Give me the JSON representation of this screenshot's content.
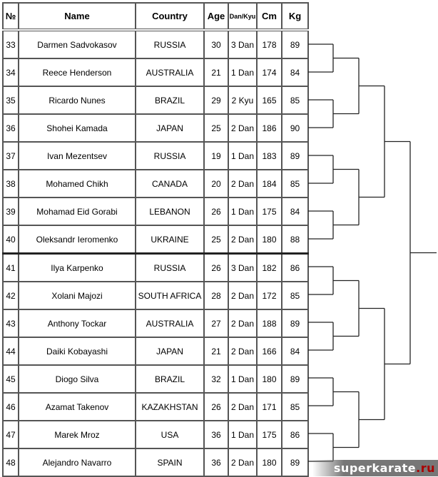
{
  "headers": {
    "no": "№",
    "name": "Name",
    "country": "Country",
    "age": "Age",
    "rank": "Dan/Kyu",
    "cm": "Cm",
    "kg": "Kg"
  },
  "rows": [
    {
      "no": "33",
      "name": "Darmen Sadvokasov",
      "country": "RUSSIA",
      "age": "30",
      "rank": "3 Dan",
      "cm": "178",
      "kg": "89"
    },
    {
      "no": "34",
      "name": "Reece Henderson",
      "country": "AUSTRALIA",
      "age": "21",
      "rank": "1 Dan",
      "cm": "174",
      "kg": "84"
    },
    {
      "no": "35",
      "name": "Ricardo Nunes",
      "country": "BRAZIL",
      "age": "29",
      "rank": "2 Kyu",
      "cm": "165",
      "kg": "85"
    },
    {
      "no": "36",
      "name": "Shohei Kamada",
      "country": "JAPAN",
      "age": "25",
      "rank": "2 Dan",
      "cm": "186",
      "kg": "90"
    },
    {
      "no": "37",
      "name": "Ivan Mezentsev",
      "country": "RUSSIA",
      "age": "19",
      "rank": "1 Dan",
      "cm": "183",
      "kg": "89"
    },
    {
      "no": "38",
      "name": "Mohamed Chikh",
      "country": "CANADA",
      "age": "20",
      "rank": "2 Dan",
      "cm": "184",
      "kg": "85"
    },
    {
      "no": "39",
      "name": "Mohamad Eid Gorabi",
      "country": "LEBANON",
      "age": "26",
      "rank": "1 Dan",
      "cm": "175",
      "kg": "84"
    },
    {
      "no": "40",
      "name": "Oleksandr Ieromenko",
      "country": "UKRAINE",
      "age": "25",
      "rank": "2 Dan",
      "cm": "180",
      "kg": "88"
    },
    {
      "no": "41",
      "name": "Ilya Karpenko",
      "country": "RUSSIA",
      "age": "26",
      "rank": "3 Dan",
      "cm": "182",
      "kg": "86"
    },
    {
      "no": "42",
      "name": "Xolani Majozi",
      "country": "SOUTH AFRICA",
      "age": "28",
      "rank": "2 Dan",
      "cm": "172",
      "kg": "85"
    },
    {
      "no": "43",
      "name": "Anthony Tockar",
      "country": "AUSTRALIA",
      "age": "27",
      "rank": "2 Dan",
      "cm": "188",
      "kg": "89"
    },
    {
      "no": "44",
      "name": "Daiki Kobayashi",
      "country": "JAPAN",
      "age": "21",
      "rank": "2 Dan",
      "cm": "166",
      "kg": "84"
    },
    {
      "no": "45",
      "name": "Diogo Silva",
      "country": "BRAZIL",
      "age": "32",
      "rank": "1 Dan",
      "cm": "180",
      "kg": "89"
    },
    {
      "no": "46",
      "name": "Azamat Takenov",
      "country": "KAZAKHSTAN",
      "age": "26",
      "rank": "2 Dan",
      "cm": "171",
      "kg": "85"
    },
    {
      "no": "47",
      "name": "Marek Mroz",
      "country": "USA",
      "age": "36",
      "rank": "1 Dan",
      "cm": "175",
      "kg": "86"
    },
    {
      "no": "48",
      "name": "Alejandro Navarro",
      "country": "SPAIN",
      "age": "36",
      "rank": "2 Dan",
      "cm": "180",
      "kg": "89"
    }
  ],
  "watermark": {
    "main": "superkarate",
    "tld": ".ru"
  }
}
